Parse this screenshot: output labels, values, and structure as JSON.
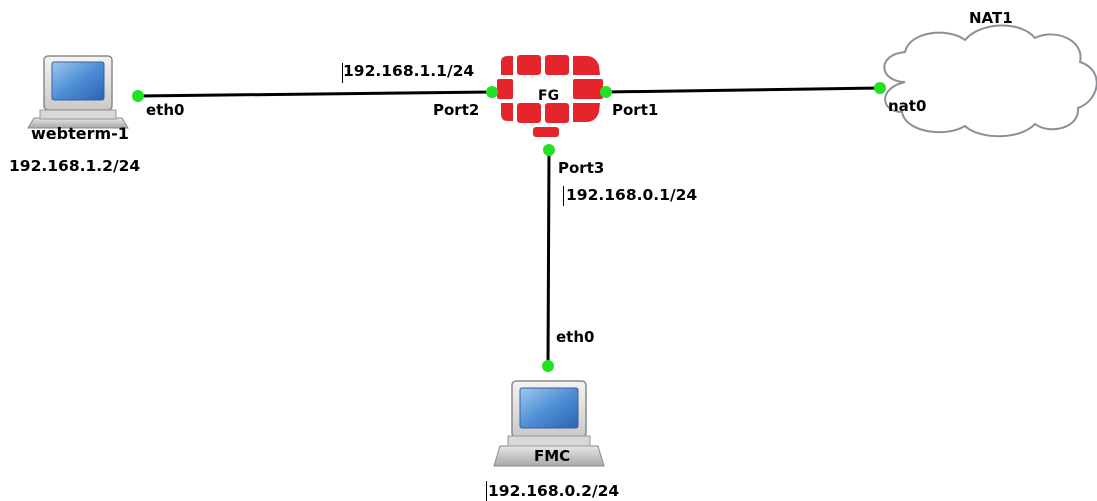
{
  "nodes": {
    "webterm": {
      "name": "webterm-1",
      "ip": "192.168.1.2/24",
      "icon": "computer-icon"
    },
    "fortigate": {
      "name": "FG",
      "icon": "fortigate-firewall-icon"
    },
    "nat": {
      "name": "NAT1",
      "icon": "cloud-icon"
    },
    "fmc": {
      "name": "FMC",
      "ip": "192.168.0.2/24",
      "icon": "computer-icon"
    }
  },
  "links": [
    {
      "from": "webterm",
      "from_port": "eth0",
      "to": "fortigate",
      "to_port": "Port2",
      "subnet_label": "192.168.1.1/24"
    },
    {
      "from": "fortigate",
      "from_port": "Port1",
      "to": "nat",
      "to_port": "nat0"
    },
    {
      "from": "fortigate",
      "from_port": "Port3",
      "to": "fmc",
      "to_port": "eth0",
      "subnet_label": "192.168.0.1/24"
    }
  ],
  "colors": {
    "link": "#000000",
    "port_dot": "#22e022",
    "firewall_red": "#e4252c",
    "cloud_stroke": "#8a9099"
  }
}
